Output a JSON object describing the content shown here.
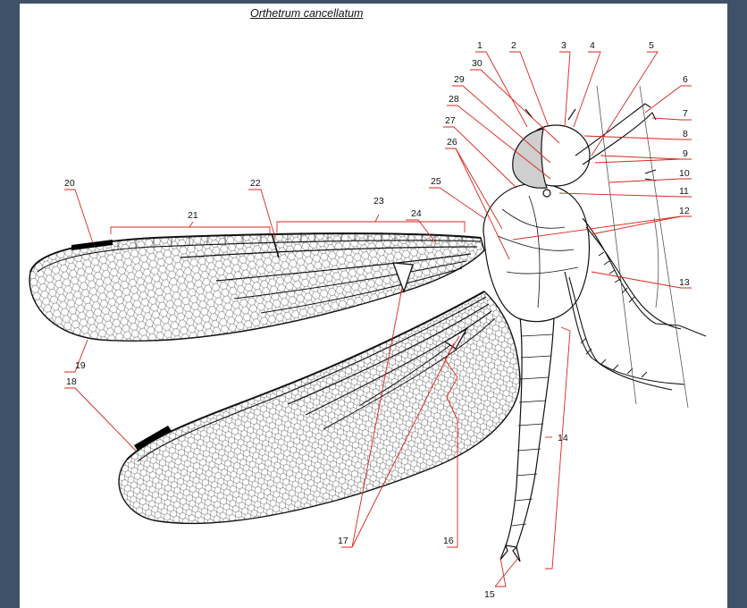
{
  "title": "Orthetrum cancellatum",
  "colors": {
    "background": "#3f5169",
    "paper": "#ffffff",
    "leader": "#d9271e",
    "outline": "#111111",
    "eye": "#cfcfcf",
    "pterostigma": "#000000"
  },
  "callouts": [
    "1",
    "2",
    "3",
    "4",
    "5",
    "6",
    "7",
    "8",
    "9",
    "10",
    "11",
    "12",
    "13",
    "14",
    "15",
    "16",
    "17",
    "18",
    "19",
    "20",
    "21",
    "22",
    "23",
    "24",
    "25",
    "26",
    "27",
    "28",
    "29",
    "30"
  ]
}
